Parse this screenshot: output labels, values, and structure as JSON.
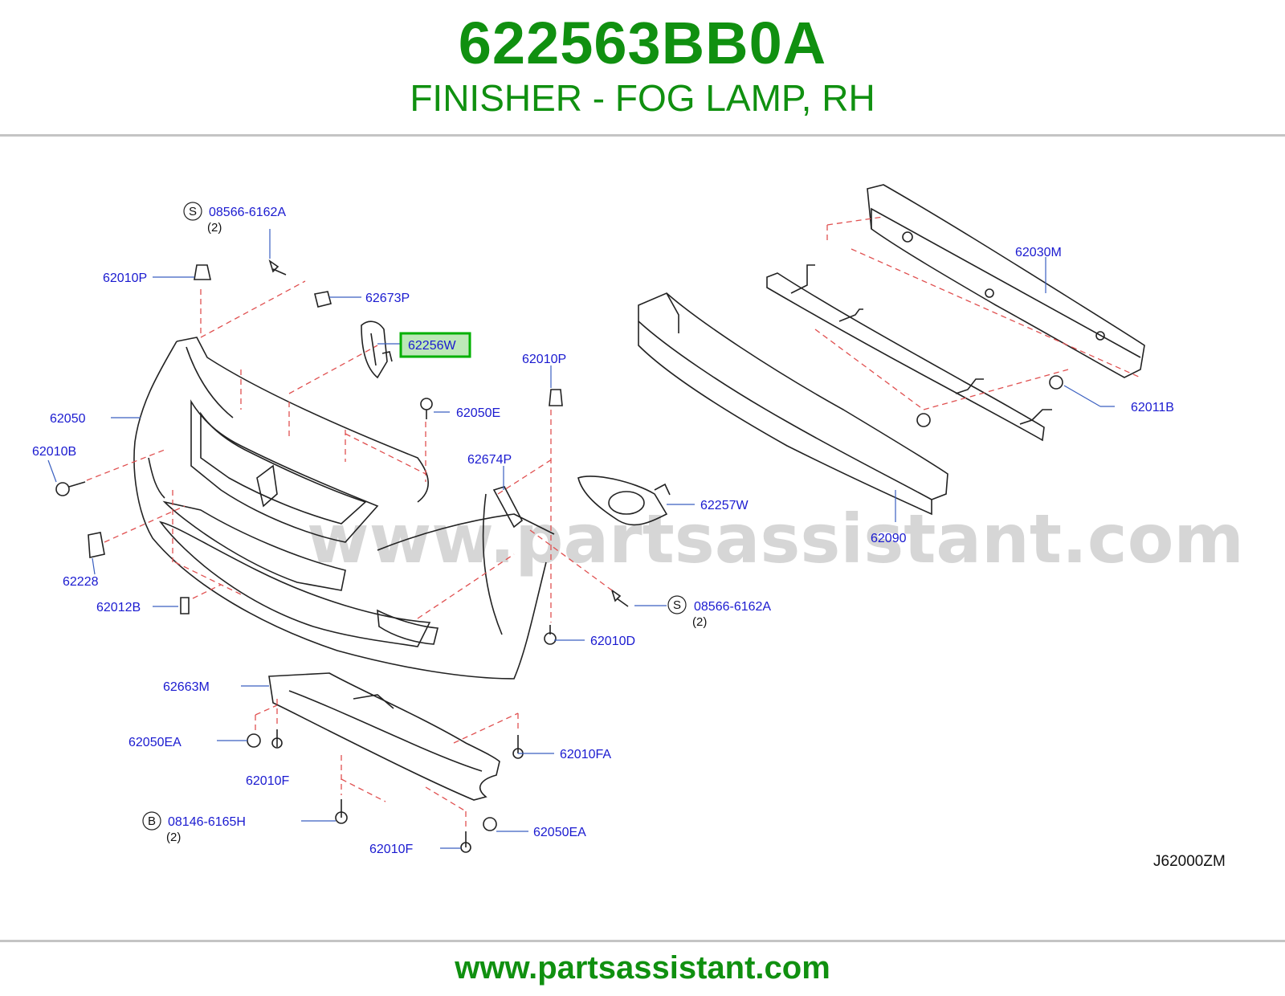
{
  "header": {
    "part_number": "622563BB0A",
    "description": "FINISHER - FOG LAMP, RH"
  },
  "diagram": {
    "code": "J62000ZM",
    "watermark": "www.partsassistant.com",
    "highlight_color": "#00b000",
    "labels": {
      "p08566_6162A_top": "08566-6162A",
      "q08566_top": "(2)",
      "p62010P_left": "62010P",
      "p62673P": "62673P",
      "p62256W": "62256W",
      "p62010P_mid": "62010P",
      "p62050E": "62050E",
      "p62050": "62050",
      "p62010B": "62010B",
      "p62674P": "62674P",
      "p62257W": "62257W",
      "p62228": "62228",
      "p62012B": "62012B",
      "p08566_6162A_mid": "08566-6162A",
      "q08566_mid": "(2)",
      "p62010D": "62010D",
      "p62663M": "62663M",
      "p62050EA_left": "62050EA",
      "p62010F_left": "62010F",
      "p62010FA": "62010FA",
      "p08146_6165H": "08146-6165H",
      "q08146": "(2)",
      "p62050EA_right": "62050EA",
      "p62010F_bottom": "62010F",
      "p62030M": "62030M",
      "p62011B": "62011B",
      "p62090": "62090"
    },
    "markers": {
      "s_top": "S",
      "s_mid": "S",
      "b_bottom": "B"
    }
  },
  "footer": {
    "url": "www.partsassistant.com"
  }
}
